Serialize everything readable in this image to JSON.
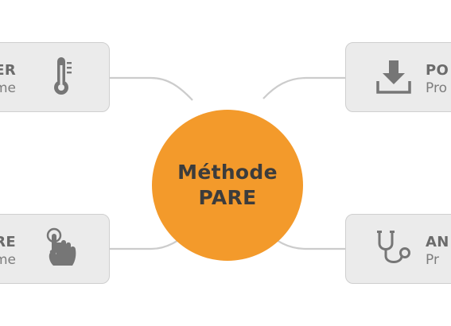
{
  "center": {
    "line1": "Méthode",
    "line2": "PARE"
  },
  "nodes": {
    "top_left": {
      "title": "UER",
      "subtitle": "me",
      "icon": "thermometer-icon"
    },
    "bottom_left": {
      "title": "ORE",
      "subtitle": "me",
      "icon": "tap-hand-icon"
    },
    "top_right": {
      "title": "PO",
      "subtitle": "Pro",
      "icon": "download-icon"
    },
    "bottom_right": {
      "title": "AN",
      "subtitle": "Pr",
      "icon": "stethoscope-icon"
    }
  },
  "colors": {
    "accent": "#f39a2b",
    "box_fill": "#ebebeb",
    "box_border": "#cfcfcf",
    "connector": "#cccccc",
    "icon": "#767676"
  }
}
